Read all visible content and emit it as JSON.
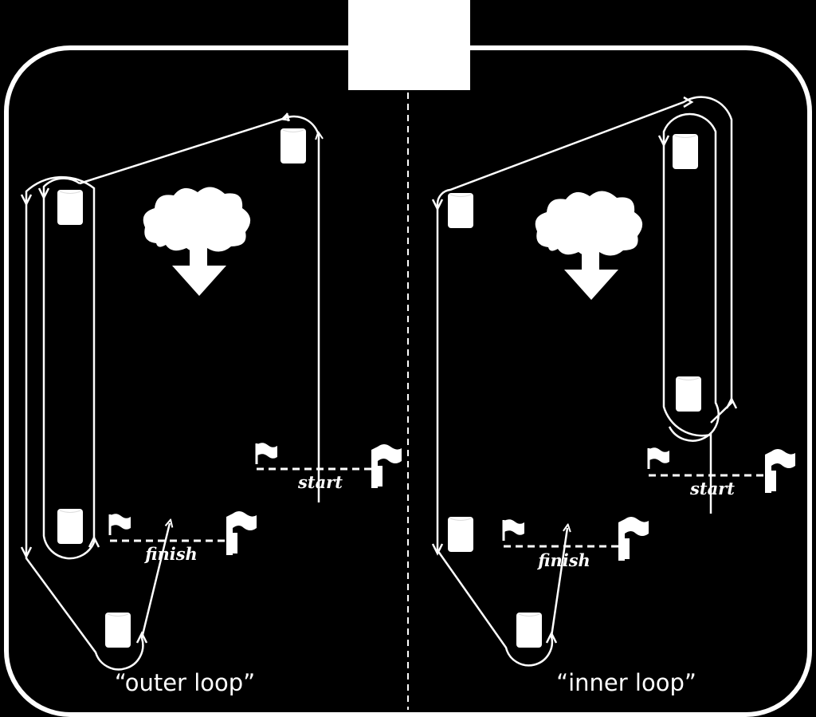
{
  "diagram": {
    "left_panel": {
      "caption": "“outer loop”",
      "start_label": "start",
      "finish_label": "finish"
    },
    "right_panel": {
      "caption": "“inner loop”",
      "start_label": "start",
      "finish_label": "finish"
    },
    "colors": {
      "background": "#000000",
      "foreground": "#ffffff"
    }
  }
}
